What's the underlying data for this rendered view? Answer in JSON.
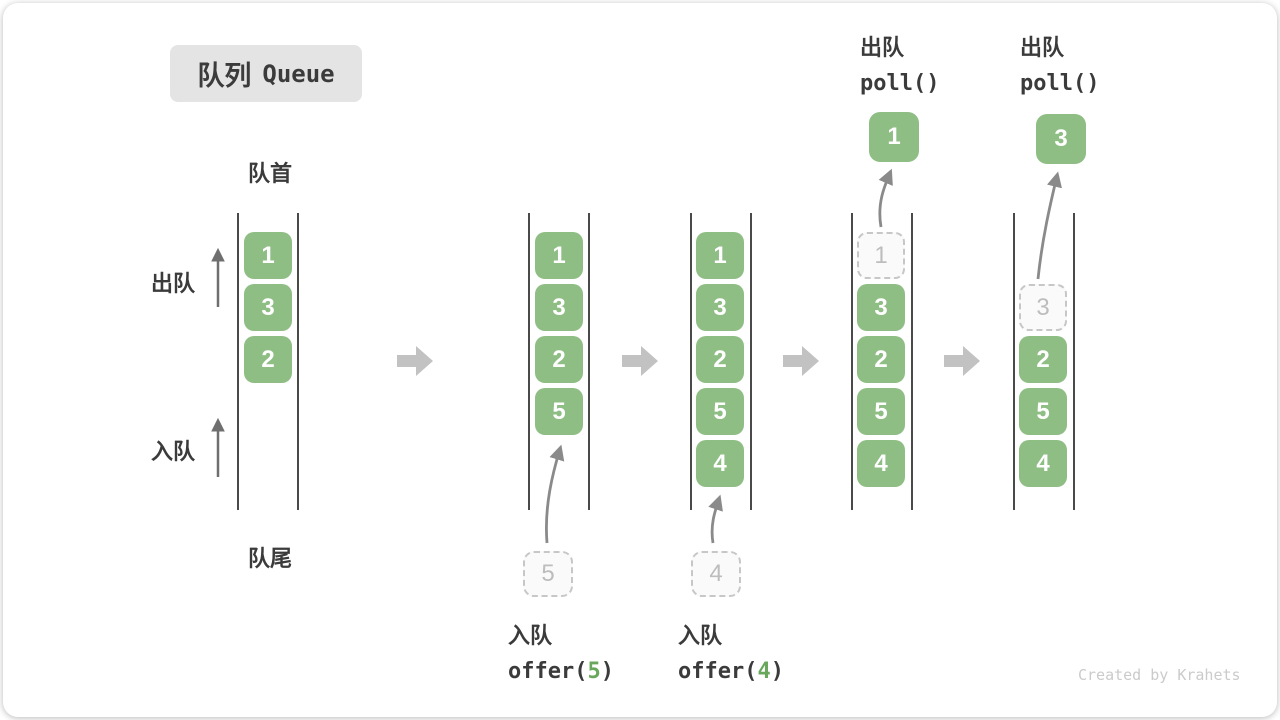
{
  "title": {
    "zh": "队列",
    "en": "Queue"
  },
  "labels": {
    "front": "队首",
    "rear": "队尾",
    "dequeue": "出队",
    "enqueue": "入队"
  },
  "columns": [
    {
      "name": "state-initial",
      "cells": [
        "1",
        "3",
        "2"
      ]
    },
    {
      "name": "state-after-offer-5",
      "cells": [
        "1",
        "3",
        "2",
        "5"
      ],
      "incoming": "5"
    },
    {
      "name": "state-after-offer-4",
      "cells": [
        "1",
        "3",
        "2",
        "5",
        "4"
      ],
      "incoming": "4"
    },
    {
      "name": "state-after-poll-1",
      "cells": [
        "3",
        "2",
        "5",
        "4"
      ],
      "removed": "1",
      "polled": "1"
    },
    {
      "name": "state-after-poll-3",
      "cells": [
        "2",
        "5",
        "4"
      ],
      "removed": "3",
      "polled": "3"
    }
  ],
  "operations": {
    "offer5": {
      "zh": "入队",
      "fn": "offer(",
      "arg": "5",
      "close": ")"
    },
    "offer4": {
      "zh": "入队",
      "fn": "offer(",
      "arg": "4",
      "close": ")"
    },
    "poll1": {
      "zh": "出队",
      "fn": "poll()"
    },
    "poll2": {
      "zh": "出队",
      "fn": "poll()"
    }
  },
  "watermark": "Created by Krahets",
  "colors": {
    "cell_green": "#8FBE85",
    "arg_green": "#69A75C",
    "dashed_border": "#C7C7C7",
    "dashed_text": "#BDBDBD",
    "rail": "#4A4A4A",
    "text_dark": "#3B3B3B",
    "block_arrow": "#C2C2C2",
    "curve_arrow": "#8A8A8A",
    "title_bg": "#E4E4E4"
  }
}
